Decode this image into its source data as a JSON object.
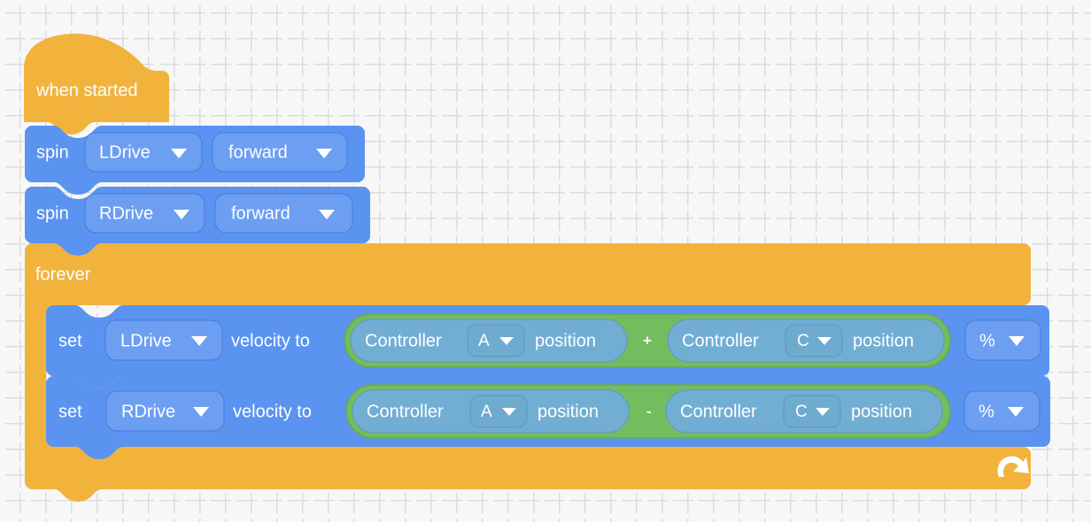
{
  "app": {
    "name": "VEXcode VR Block Workspace",
    "canvas_background": "#F7F7F8",
    "grid_dot_color": "#DCDCDE"
  },
  "colors": {
    "control_orange": "#F2B33D",
    "control_orange_stroke": "#E0A029",
    "motion_blue": "#5B93F0",
    "motion_blue_stroke": "#4A81DE",
    "operator_green": "#74BD5F",
    "operator_green_stroke": "#65A952",
    "reporter_blue": "#72AED4",
    "reporter_blue_stroke": "#5E9BC2",
    "dropdown_blue": "#6C9FF2",
    "text_white": "#FFFFFF"
  },
  "script": {
    "hat": {
      "label": "when started",
      "type": "event-hat",
      "color": "#F2B33D"
    },
    "statements": [
      {
        "id": "spin-ldrive",
        "type": "motion-stack-block",
        "color": "#5B93F0",
        "label": "spin",
        "fields": [
          {
            "kind": "dropdown",
            "name": "motor",
            "value": "LDrive"
          },
          {
            "kind": "dropdown",
            "name": "direction",
            "value": "forward"
          }
        ]
      },
      {
        "id": "spin-rdrive",
        "type": "motion-stack-block",
        "color": "#5B93F0",
        "label": "spin",
        "fields": [
          {
            "kind": "dropdown",
            "name": "motor",
            "value": "RDrive"
          },
          {
            "kind": "dropdown",
            "name": "direction",
            "value": "forward"
          }
        ]
      }
    ],
    "loop": {
      "id": "forever-loop",
      "type": "control-c-block",
      "label": "forever",
      "color": "#F2B33D",
      "loop_icon": "loop-arrow-icon",
      "body": [
        {
          "id": "set-ldrive-velocity",
          "type": "motion-stack-block",
          "color": "#5B93F0",
          "label_start": "set",
          "label_mid": "velocity to",
          "motor": "LDrive",
          "unit": "%",
          "operator": {
            "type": "operator-add",
            "sign": "+",
            "color": "#74BD5F",
            "left": {
              "type": "reporter-controller-position",
              "color": "#72AED4",
              "prefix": "Controller",
              "axis": "A",
              "suffix": "position"
            },
            "right": {
              "type": "reporter-controller-position",
              "color": "#72AED4",
              "prefix": "Controller",
              "axis": "C",
              "suffix": "position"
            }
          }
        },
        {
          "id": "set-rdrive-velocity",
          "type": "motion-stack-block",
          "color": "#5B93F0",
          "label_start": "set",
          "label_mid": "velocity to",
          "motor": "RDrive",
          "unit": "%",
          "operator": {
            "type": "operator-subtract",
            "sign": "-",
            "color": "#74BD5F",
            "left": {
              "type": "reporter-controller-position",
              "color": "#72AED4",
              "prefix": "Controller",
              "axis": "A",
              "suffix": "position"
            },
            "right": {
              "type": "reporter-controller-position",
              "color": "#72AED4",
              "prefix": "Controller",
              "axis": "C",
              "suffix": "position"
            }
          }
        }
      ]
    }
  }
}
